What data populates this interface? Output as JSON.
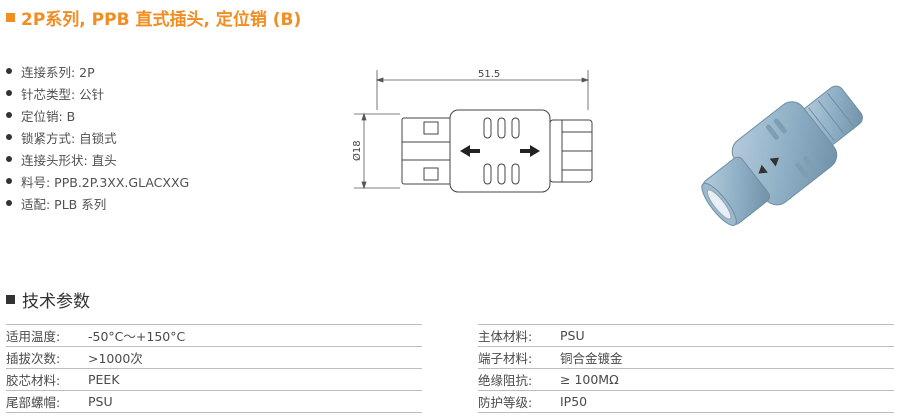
{
  "header": {
    "title": "2P系列, PPB 直式插头, 定位销 (B)"
  },
  "specs": [
    "连接系列: 2P",
    "针芯类型: 公针",
    "定位销: B",
    "锁紧方式: 自锁式",
    "连接头形状: 直头",
    "料号: PPB.2P.3XX.GLACXXG",
    "适配: PLB 系列"
  ],
  "drawing": {
    "length_label": "51.5",
    "diameter_label": "Ø18"
  },
  "tech": {
    "title": "技术参数"
  },
  "left_table": [
    {
      "key": "适用温度:",
      "value": "-50°C～+150°C"
    },
    {
      "key": "插拔次数:",
      "value": ">1000次"
    },
    {
      "key": "胶芯材料:",
      "value": "PEEK"
    },
    {
      "key": "尾部螺帽:",
      "value": "PSU"
    }
  ],
  "right_table": [
    {
      "key": "主体材料:",
      "value": "PSU"
    },
    {
      "key": "端子材料:",
      "value": "铜合金镀金"
    },
    {
      "key": "绝缘阻抗:",
      "value": "≥ 100MΩ"
    },
    {
      "key": "防护等级:",
      "value": "IP50"
    }
  ],
  "colors": {
    "accent": "#f18d21",
    "connector_body": "#8fb0c6"
  }
}
